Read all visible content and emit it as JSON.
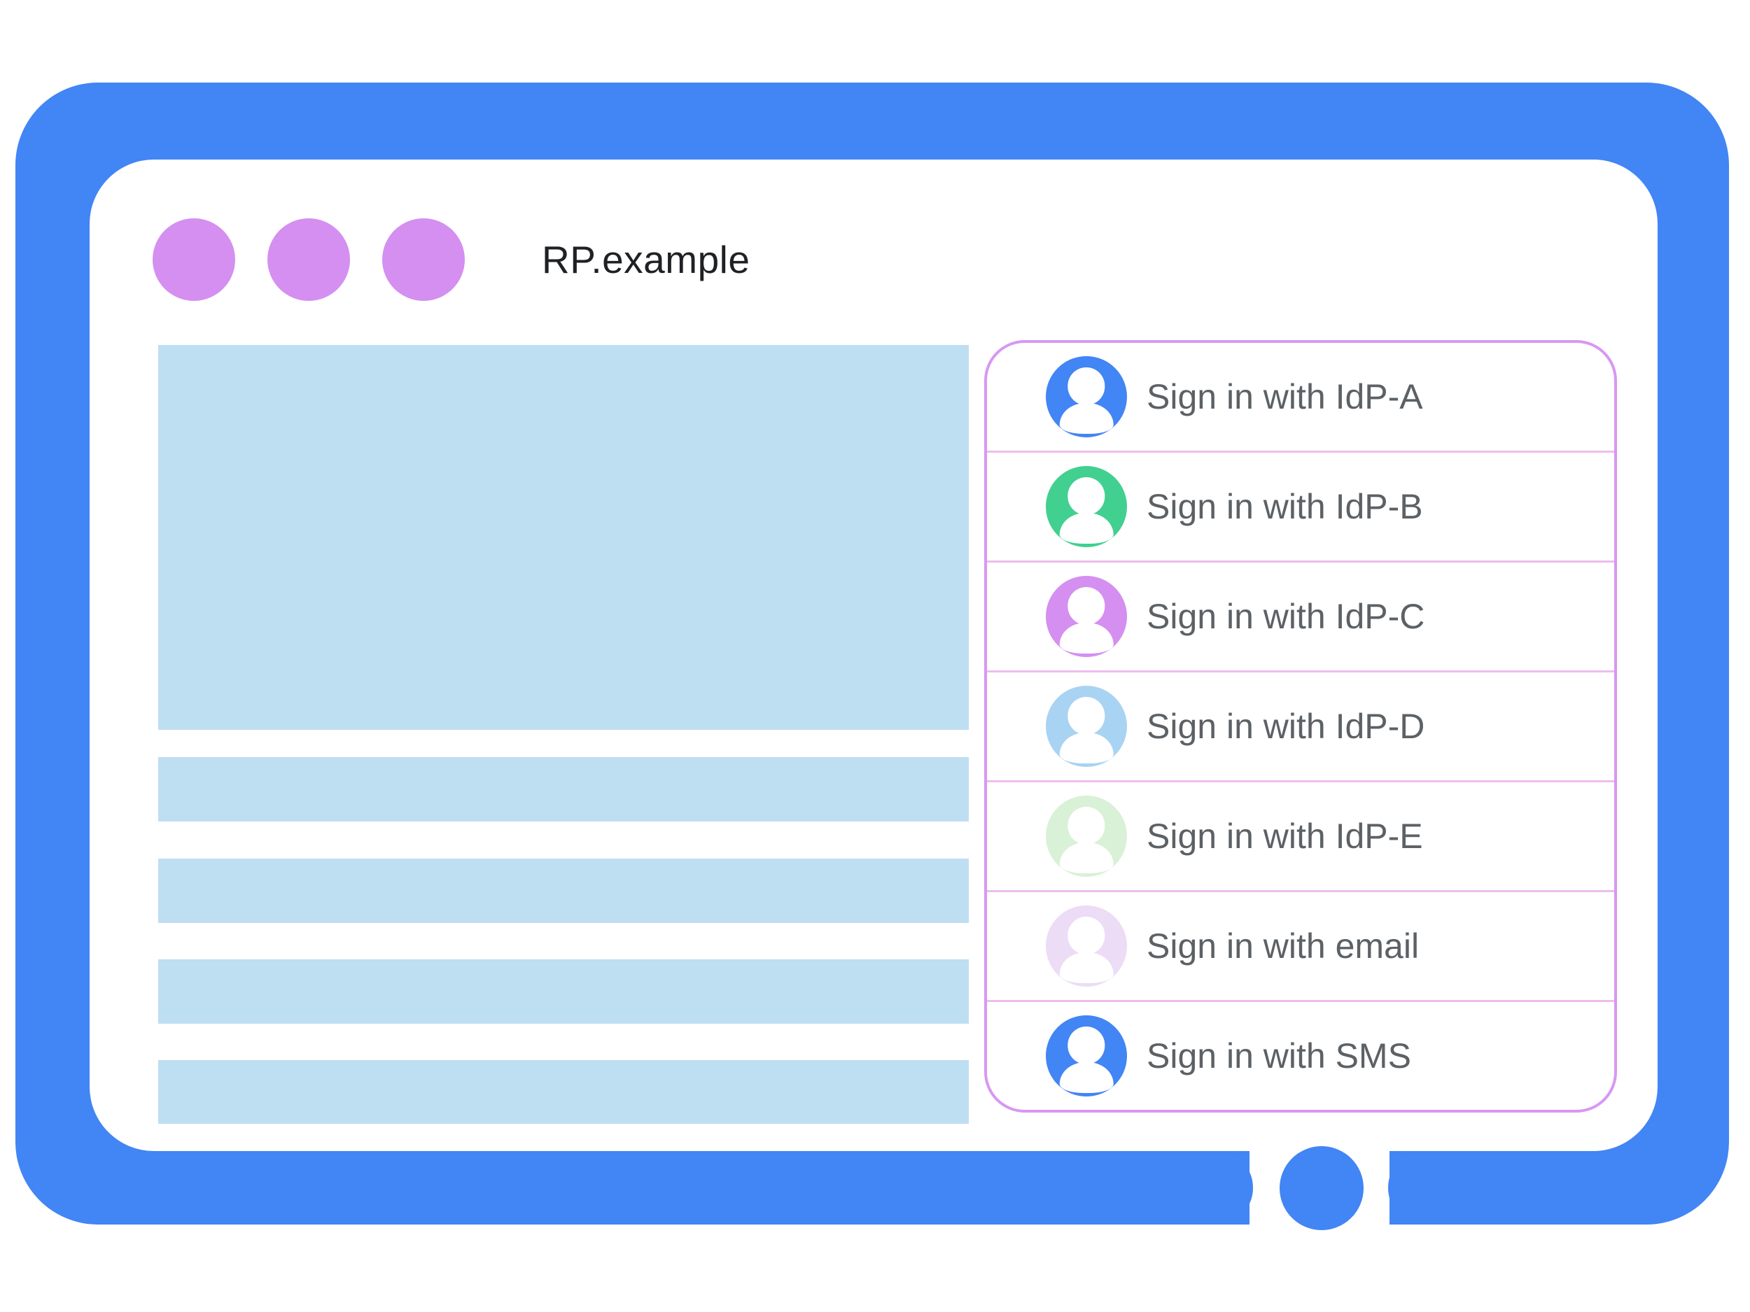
{
  "browser_mockup": {
    "site_title": "RP.example",
    "window_dots": 3
  },
  "signin_dialog": {
    "items": [
      {
        "label": "Sign in with IdP-A",
        "avatar_color": "#4285f4"
      },
      {
        "label": "Sign in with IdP-B",
        "avatar_color": "#41d08f"
      },
      {
        "label": "Sign in with IdP-C",
        "avatar_color": "#d48ff0"
      },
      {
        "label": "Sign in with IdP-D",
        "avatar_color": "#a9d3f2"
      },
      {
        "label": "Sign in with IdP-E",
        "avatar_color": "#d9f1d6"
      },
      {
        "label": "Sign in with email",
        "avatar_color": "#ecdcf6"
      },
      {
        "label": "Sign in with SMS",
        "avatar_color": "#4285f4"
      }
    ]
  },
  "colors": {
    "frame_blue": "#4285f4",
    "window_dot_purple": "#d48ff0",
    "placeholder_blue": "#bedef2",
    "dialog_border_purple": "#d897f2",
    "divider_pink": "#edbdee",
    "label_gray": "#5c6165",
    "title_color": "#1f2124"
  }
}
